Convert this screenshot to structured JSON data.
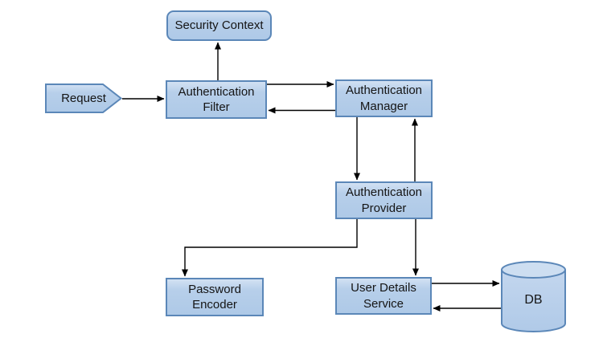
{
  "diagram_type": "flow-diagram",
  "background": "#ffffff",
  "colors": {
    "node_fill_top": "#d2e1f3",
    "node_fill_bottom": "#aec9e7",
    "node_border": "#5b87b8",
    "arrow": "#000000",
    "text": "#151515"
  },
  "nodes": {
    "request": {
      "label": "Request",
      "shape": "pentagon-arrow"
    },
    "security_context": {
      "label": "Security Context",
      "shape": "rounded-rect"
    },
    "authentication_filter": {
      "label": "Authentication Filter",
      "shape": "rect"
    },
    "authentication_manager": {
      "label": "Authentication Manager",
      "shape": "rect"
    },
    "authentication_provider": {
      "label": "Authentication Provider",
      "shape": "rect"
    },
    "password_encoder": {
      "label": "Password Encoder",
      "shape": "rect"
    },
    "user_details_service": {
      "label": "User Details Service",
      "shape": "rect"
    },
    "db": {
      "label": "DB",
      "shape": "cylinder"
    }
  },
  "edges": [
    {
      "from": "request",
      "to": "authentication_filter"
    },
    {
      "from": "authentication_filter",
      "to": "security_context"
    },
    {
      "from": "authentication_filter",
      "to": "authentication_manager"
    },
    {
      "from": "authentication_manager",
      "to": "authentication_filter"
    },
    {
      "from": "authentication_manager",
      "to": "authentication_provider"
    },
    {
      "from": "authentication_provider",
      "to": "authentication_manager"
    },
    {
      "from": "authentication_provider",
      "to": "user_details_service"
    },
    {
      "from": "authentication_provider",
      "to": "password_encoder"
    },
    {
      "from": "user_details_service",
      "to": "db"
    },
    {
      "from": "db",
      "to": "user_details_service"
    }
  ]
}
